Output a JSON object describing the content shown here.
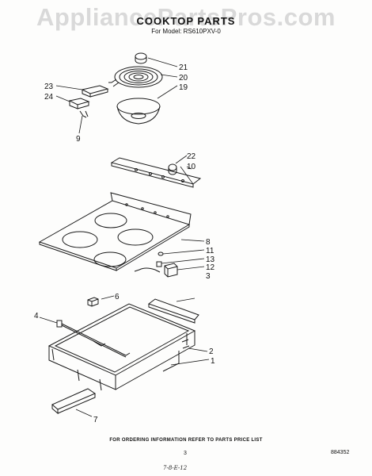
{
  "watermark": "AppliancePartsPros.com",
  "header": {
    "title": "COOKTOP PARTS",
    "subtitle": "For Model: RS610PXV-0"
  },
  "callouts": [
    {
      "id": "c21",
      "label": "21"
    },
    {
      "id": "c20",
      "label": "20"
    },
    {
      "id": "c19",
      "label": "19"
    },
    {
      "id": "c23",
      "label": "23"
    },
    {
      "id": "c24",
      "label": "24"
    },
    {
      "id": "c9",
      "label": "9"
    },
    {
      "id": "c22",
      "label": "22"
    },
    {
      "id": "c10",
      "label": "10"
    },
    {
      "id": "c8",
      "label": "8"
    },
    {
      "id": "c11",
      "label": "11"
    },
    {
      "id": "c13",
      "label": "13"
    },
    {
      "id": "c12",
      "label": "12"
    },
    {
      "id": "c3",
      "label": "3"
    },
    {
      "id": "c6",
      "label": "6"
    },
    {
      "id": "c4",
      "label": "4"
    },
    {
      "id": "c2",
      "label": "2"
    },
    {
      "id": "c1",
      "label": "1"
    },
    {
      "id": "c7",
      "label": "7"
    }
  ],
  "footer": {
    "note": "FOR ORDERING INFORMATION REFER TO PARTS PRICE LIST",
    "page_number": "3",
    "document_number": "884352",
    "handwritten": "7-8-E-12"
  }
}
